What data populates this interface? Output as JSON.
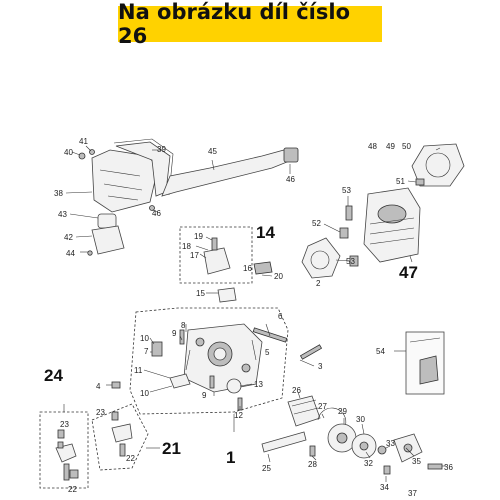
{
  "banner": {
    "text": "Na obrázku díl číslo 26",
    "background": "#ffd200"
  },
  "labels": {
    "l1": "1",
    "l2": "2",
    "l3": "3",
    "l4": "4",
    "l5": "5",
    "l6": "6",
    "l7": "7",
    "l8": "8",
    "l9": "9",
    "l10": "10",
    "l11": "11",
    "l12": "12",
    "l13": "13",
    "l14": "14",
    "l15": "15",
    "l16": "16",
    "l17": "17",
    "l18": "18",
    "l19": "19",
    "l20": "20",
    "l21": "21",
    "l22": "22",
    "l23": "23",
    "l24": "24",
    "l25": "25",
    "l26": "26",
    "l27": "27",
    "l28": "28",
    "l29": "29",
    "l30": "30",
    "l32": "32",
    "l33": "33",
    "l34": "34",
    "l35": "35",
    "l36": "36",
    "l37": "37",
    "l38": "38",
    "l39": "39",
    "l40": "40",
    "l41": "41",
    "l42": "42",
    "l43": "43",
    "l44": "44",
    "l45": "45",
    "l46": "46",
    "l47": "47",
    "l48": "48",
    "l49": "49",
    "l50": "50",
    "l51": "51",
    "l52": "52",
    "l53": "53",
    "l54": "54"
  }
}
